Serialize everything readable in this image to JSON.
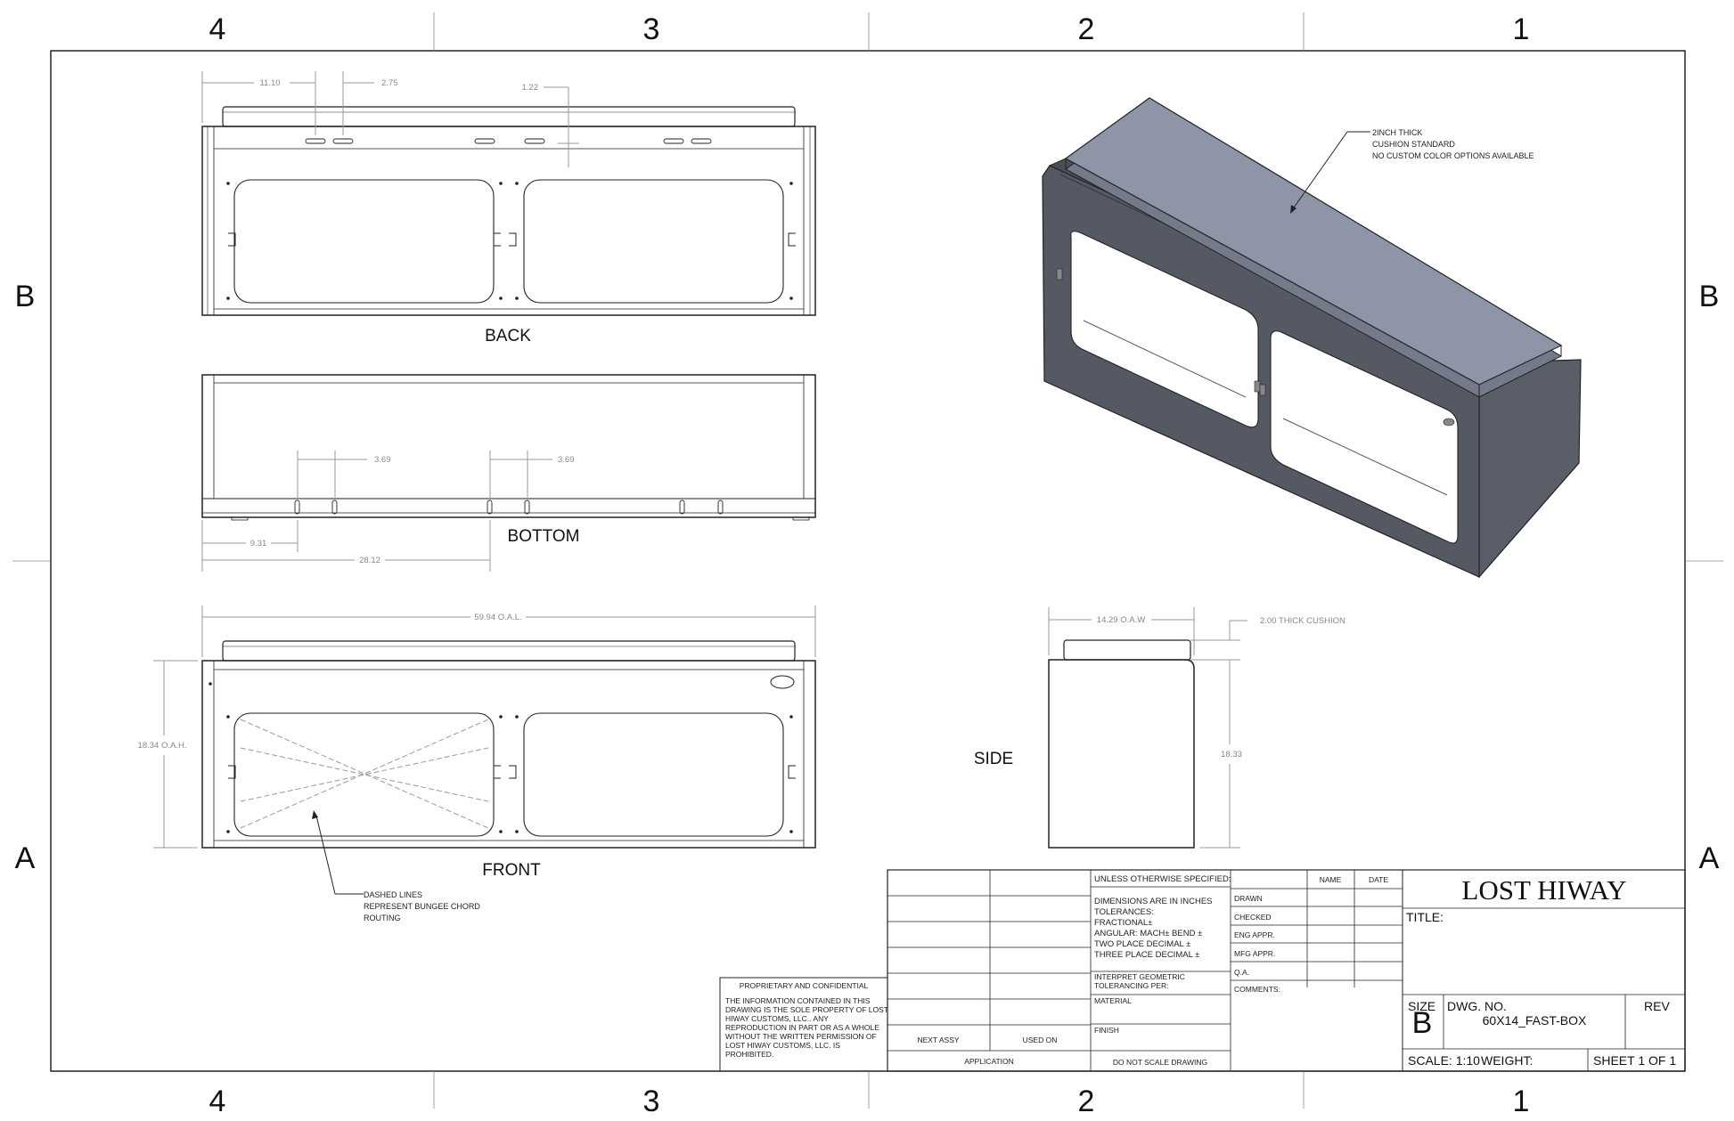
{
  "zones": {
    "columns": [
      "4",
      "3",
      "2",
      "1"
    ],
    "rows": [
      "B",
      "A"
    ]
  },
  "views": {
    "back": "BACK",
    "bottom": "BOTTOM",
    "front": "FRONT",
    "side": "SIDE"
  },
  "dimensions": {
    "back_left": "11.10",
    "back_spacing": "2.75",
    "back_top": "1.22",
    "bottom_spacing_1": "3.69",
    "bottom_spacing_2": "3.69",
    "bottom_offset": "9.31",
    "bottom_span": "28.12",
    "overall_length": "59.94 O.A.L.",
    "overall_height": "18.34 O.A.H.",
    "overall_width": "14.29 O.A.W",
    "cushion": "2.00 THICK CUSHION",
    "side_height": "18.33"
  },
  "notes": {
    "cushion_lines": [
      "2INCH THICK",
      "CUSHION STANDARD",
      "NO CUSTOM COLOR OPTIONS AVAILABLE"
    ],
    "dashed_lines": [
      "DASHED LINES",
      "REPRESENT BUNGEE CHORD",
      "ROUTING"
    ]
  },
  "colors": {
    "panel_face": "#5a5e68",
    "panel_dark": "#3e414a",
    "cushion": "#8e95a6",
    "cushion_side": "#747a89",
    "line": "#222222",
    "dim": "#9a9a9a"
  },
  "title_block": {
    "proprietary_title": "PROPRIETARY AND CONFIDENTIAL",
    "proprietary_text": [
      "THE INFORMATION CONTAINED IN THIS",
      "DRAWING IS THE SOLE PROPERTY OF LOST",
      "HIWAY CUSTOMS, LLC.. ANY",
      "REPRODUCTION IN PART OR AS A WHOLE",
      "WITHOUT THE WRITTEN PERMISSION OF",
      "LOST HIWAY CUSTOMS, LLC. IS",
      "PROHIBITED."
    ],
    "next_assy": "NEXT ASSY",
    "used_on": "USED ON",
    "application": "APPLICATION",
    "unless_specified": "UNLESS OTHERWISE SPECIFIED:",
    "tolerance_lines": [
      "DIMENSIONS ARE IN INCHES",
      "TOLERANCES:",
      "FRACTIONAL±",
      "ANGULAR: MACH±    BEND ±",
      "TWO PLACE DECIMAL    ±",
      "THREE PLACE DECIMAL  ±"
    ],
    "interpret_lines": [
      "INTERPRET GEOMETRIC",
      "TOLERANCING PER:"
    ],
    "material": "MATERIAL",
    "finish": "FINISH",
    "do_not_scale": "DO NOT SCALE DRAWING",
    "name_header": "NAME",
    "date_header": "DATE",
    "approvals": [
      "DRAWN",
      "CHECKED",
      "ENG APPR.",
      "MFG APPR.",
      "Q.A.",
      "COMMENTS:"
    ],
    "company": "LOST HIWAY",
    "title_label": "TITLE:",
    "size_label": "SIZE",
    "size_value": "B",
    "dwg_label": "DWG.  NO.",
    "dwg_value": "60X14_FAST-BOX",
    "rev_label": "REV",
    "scale": "SCALE: 1:10",
    "weight": "WEIGHT:",
    "sheet": "SHEET 1 OF 1"
  }
}
